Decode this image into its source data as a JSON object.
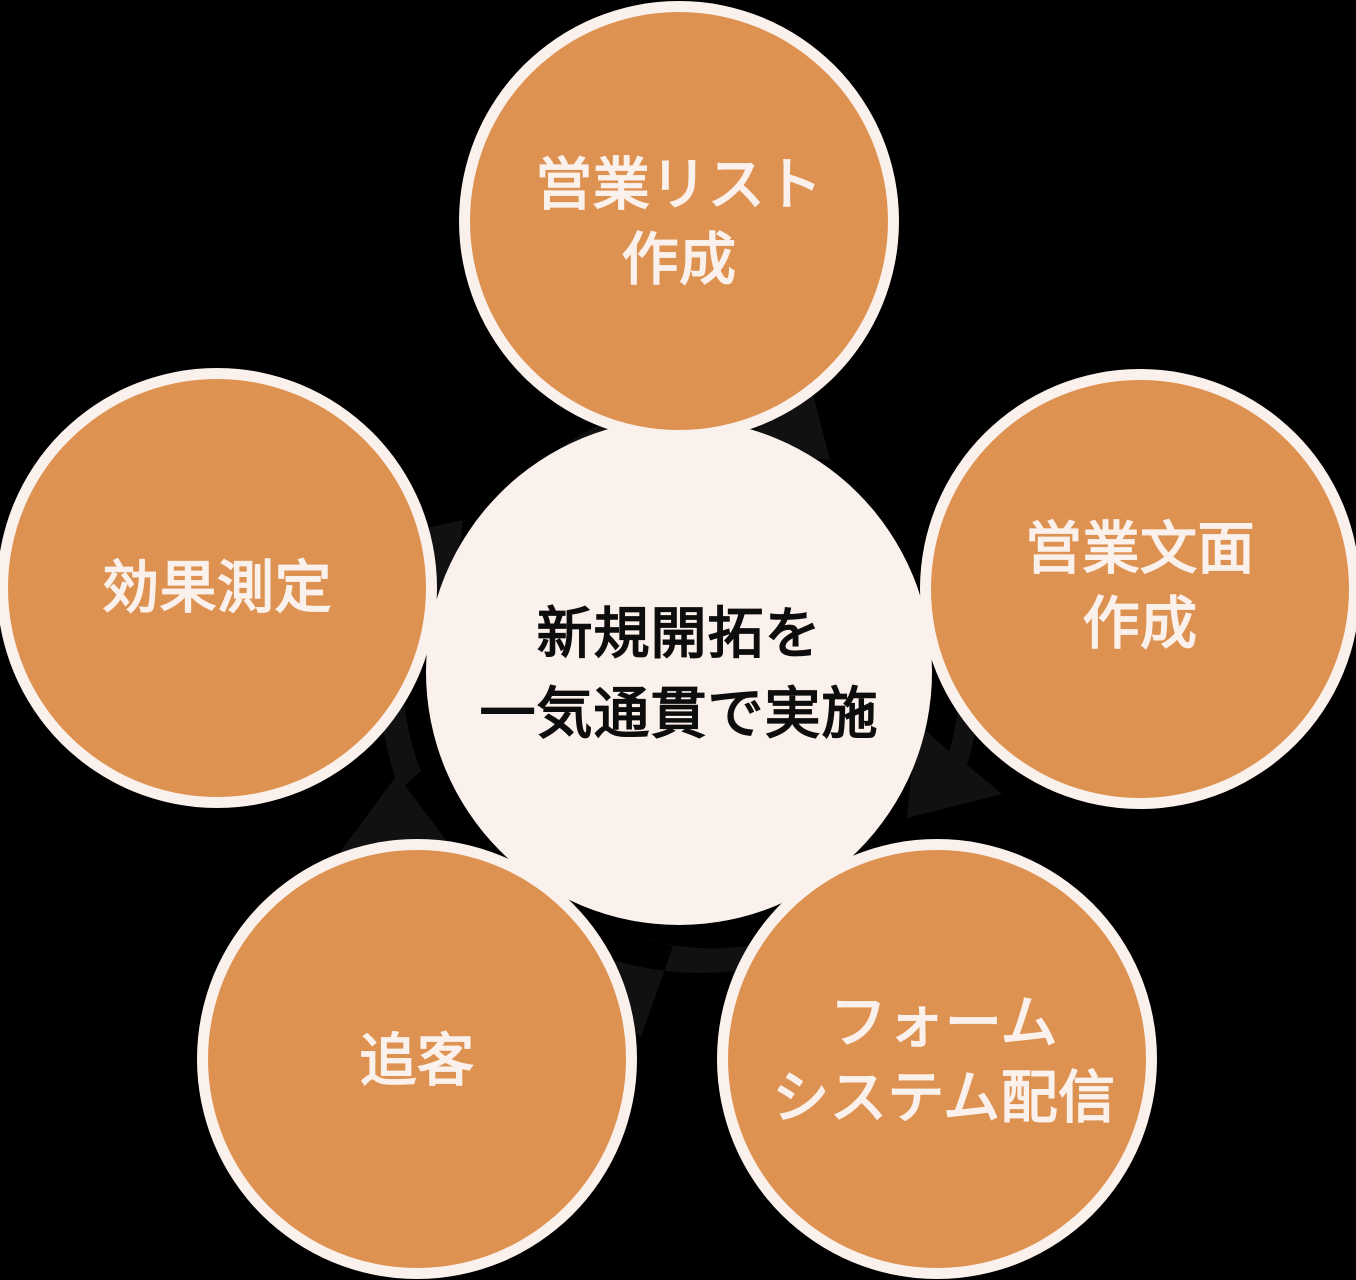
{
  "diagram": {
    "title_center_lines": [
      "新規開拓を",
      "一気通貫で実施"
    ],
    "background_color": "#000000",
    "node_fill_color": "#DE9252",
    "node_border_color": "#FBF1EC",
    "node_text_color": "#FBF1EC",
    "center_fill_color": "#FBF1EC",
    "center_text_color": "#0D0D0D",
    "arrow_color": "#111111",
    "cycle_direction": "clockwise",
    "nodes": [
      {
        "id": "node-1",
        "name": "sales-list-creation",
        "order": 1,
        "position": "top",
        "lines": [
          "営業リスト",
          "作成"
        ]
      },
      {
        "id": "node-2",
        "name": "sales-copy-creation",
        "order": 2,
        "position": "right",
        "lines": [
          "営業文面",
          "作成"
        ]
      },
      {
        "id": "node-3",
        "name": "form-system-delivery",
        "order": 3,
        "position": "bottom-right",
        "lines": [
          "フォーム",
          "システム配信"
        ]
      },
      {
        "id": "node-4",
        "name": "follow-up",
        "order": 4,
        "position": "bottom-left",
        "lines": [
          "追客"
        ]
      },
      {
        "id": "node-5",
        "name": "effect-measurement",
        "order": 5,
        "position": "left",
        "lines": [
          "効果測定"
        ]
      }
    ],
    "arrows": [
      {
        "id": "arrow-1",
        "name": "arrow-measurement-to-list",
        "from": "node-5",
        "to": "node-1"
      },
      {
        "id": "arrow-2",
        "name": "arrow-list-to-copy",
        "from": "node-1",
        "to": "node-2"
      },
      {
        "id": "arrow-3",
        "name": "arrow-copy-to-form",
        "from": "node-2",
        "to": "node-3"
      },
      {
        "id": "arrow-4",
        "name": "arrow-form-to-followup",
        "from": "node-3",
        "to": "node-4"
      },
      {
        "id": "arrow-5",
        "name": "arrow-followup-to-measurement",
        "from": "node-4",
        "to": "node-5"
      }
    ]
  }
}
